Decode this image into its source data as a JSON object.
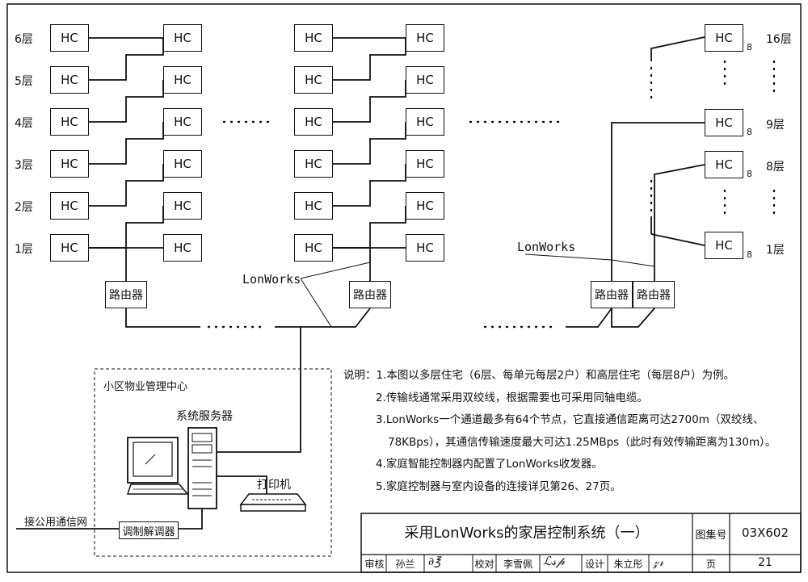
{
  "floors": {
    "f6": "6层",
    "f5": "5层",
    "f4": "4层",
    "f3": "3层",
    "f2": "2层",
    "f1": "1层"
  },
  "floors_right": {
    "f16": "16层",
    "f9": "9层",
    "f8": "8层",
    "f1": "1层"
  },
  "hc_label": "HC",
  "hc_sub": "8",
  "router_label": "路由器",
  "lonworks_label": "LonWorks",
  "mgmt_center": "小区物业管理中心",
  "server": "系统服务器",
  "printer": "打印机",
  "public_net": "接公用通信网",
  "modem": "调制解调器",
  "notes": {
    "prefix": "说明：",
    "n1": "1.本图以多层住宅（6层、每单元每层2户）和高层住宅（每层8户）为例。",
    "n2": "2.传输线通常采用双绞线，根据需要也可采用同轴电缆。",
    "n3a": "3.LonWorks一个通道最多有64个节点，它直接通信距离可达2700m（双绞线、",
    "n3b": "78KBps），其通信传输速度最大可达1.25MBps（此时有效传输距离为130m）。",
    "n4": "4.家庭智能控制器内配置了LonWorks收发器。",
    "n5": "5.家庭控制器与室内设备的连接详见第26、27页。"
  },
  "title_block": {
    "title": "采用LonWorks的家居控制系统（一）",
    "atlas_label": "图集号",
    "atlas_no": "03X602",
    "review_label": "审核",
    "reviewer": "孙兰",
    "check_label": "校对",
    "checker": "李雪佩",
    "design_label": "设计",
    "designer": "朱立彤",
    "page_label": "页",
    "page_no": "21"
  }
}
